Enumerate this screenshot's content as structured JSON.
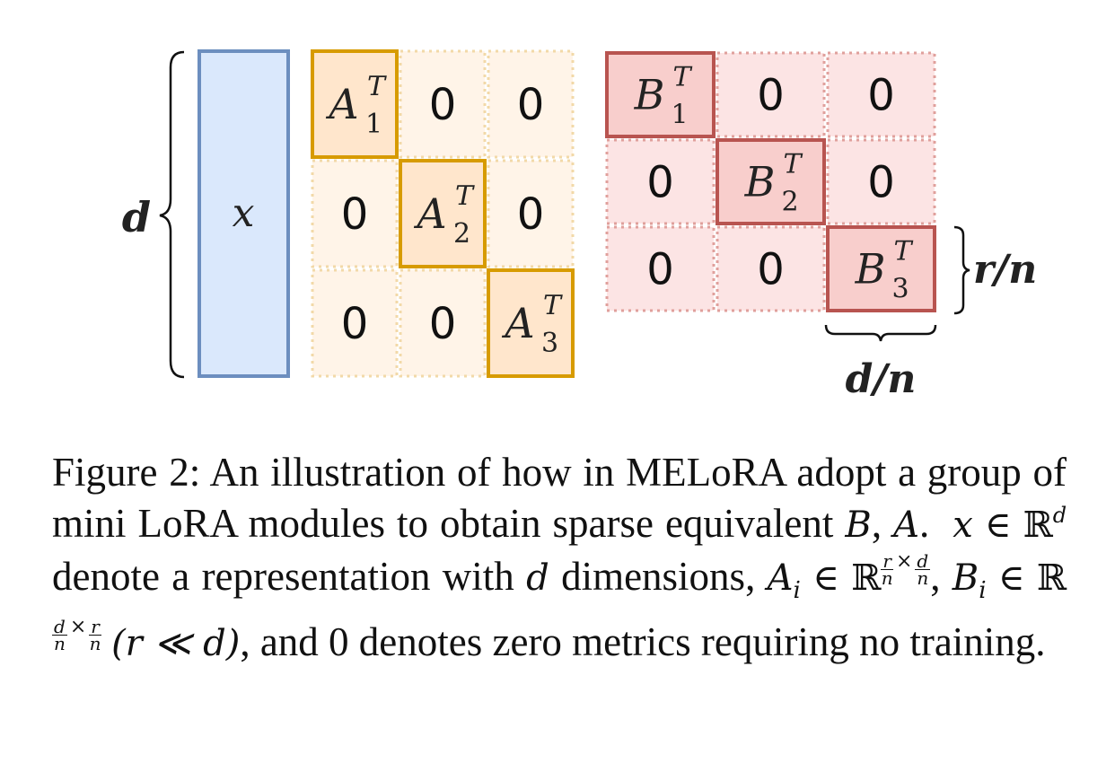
{
  "diagram": {
    "colors": {
      "x_fill": "#dae8fc",
      "x_stroke": "#6c8ebf",
      "a_fill": "#ffe6cc",
      "a_fill_light": "#fff4e8",
      "a_stroke": "#d79b00",
      "a_stroke_light": "#f2d9a8",
      "b_fill": "#f8cecc",
      "b_fill_light": "#fce4e4",
      "b_stroke": "#b85450",
      "b_stroke_light": "#e0a09c"
    },
    "labels": {
      "d": "d",
      "x": "x",
      "zero": "0",
      "a_base": "A",
      "b_base": "B",
      "transpose": "T",
      "r_over_n": "r/n",
      "d_over_n": "d/n"
    },
    "a_subscripts": [
      "1",
      "2",
      "3"
    ],
    "b_subscripts": [
      "1",
      "2",
      "3"
    ]
  },
  "caption": {
    "figure_label": "Figure 2:",
    "text_1": "An illustration of how in MELoRA adopt a group of mini LoRA modules to obtain sparse equivalent",
    "sym_B": "B",
    "comma_1": ",",
    "sym_A": "A",
    "period_1": ".",
    "sym_x": "x",
    "elem": "∈",
    "reals": "ℝ",
    "sup_d": "d",
    "text_2": "denote a representation with",
    "sym_d": "d",
    "text_3": "dimensions,",
    "sym_Ai_base": "A",
    "sym_i": "i",
    "frac_r": "r",
    "frac_n": "n",
    "frac_d": "d",
    "times": "×",
    "comma_2": ",",
    "sym_Bi_base": "B",
    "paren_expr": "(r ≪ d)",
    "text_4": ", and 0 denotes zero metrics requiring no training."
  }
}
